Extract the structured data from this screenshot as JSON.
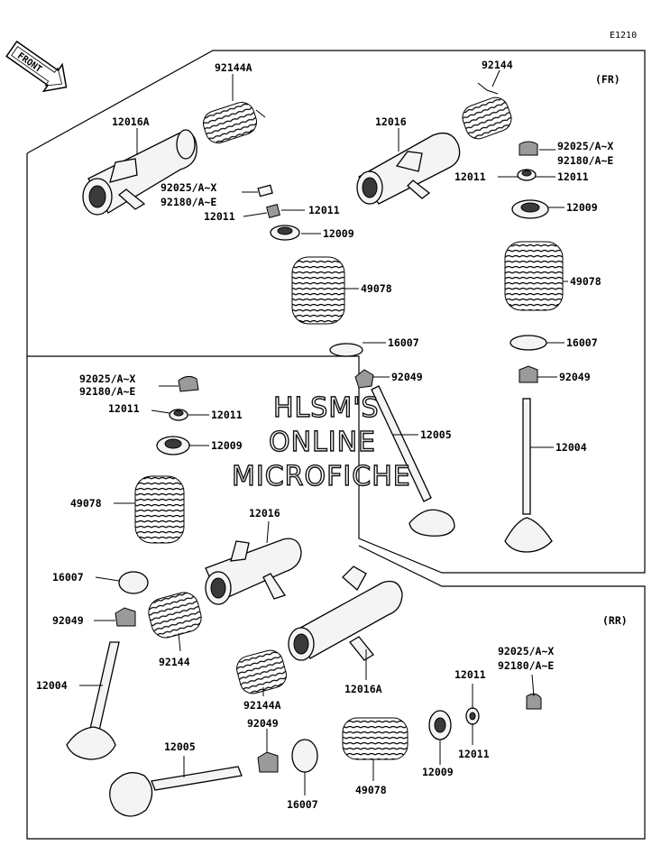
{
  "corner_code": "E1210",
  "front_badge": "FRONT",
  "section_fr": "(FR)",
  "section_rr": "(RR)",
  "watermark": [
    "HLSM'S",
    "ONLINE",
    "MICROFICHE"
  ],
  "labels": {
    "fr_92144A": "92144A",
    "fr_12016A": "12016A",
    "fr_92144": "92144",
    "fr_12016": "12016",
    "fr_92025_left": "92025/A~X",
    "fr_92180_left": "92180/A~E",
    "fr_12011_left_a": "12011",
    "fr_12011_left_b": "12011",
    "fr_12009_left": "12009",
    "fr_49078_left": "49078",
    "fr_16007_left": "16007",
    "fr_92049_left": "92049",
    "fr_12005": "12005",
    "fr_92025_right": "92025/A~X",
    "fr_92180_right": "92180/A~E",
    "fr_12011_right_a": "12011",
    "fr_12011_right_b": "12011",
    "fr_12009_right": "12009",
    "fr_49078_right": "49078",
    "fr_16007_right": "16007",
    "fr_92049_right": "92049",
    "fr_12004": "12004",
    "rr_92025_left": "92025/A~X",
    "rr_92180_left": "92180/A~E",
    "rr_12011_left_a": "12011",
    "rr_12011_left_b": "12011",
    "rr_12009_left": "12009",
    "rr_49078_left": "49078",
    "rr_12016": "12016",
    "rr_16007_left": "16007",
    "rr_92049_left": "92049",
    "rr_92144": "92144",
    "rr_12004": "12004",
    "rr_12016A": "12016A",
    "rr_92144A": "92144A",
    "rr_92049_bottom": "92049",
    "rr_12005": "12005",
    "rr_16007_bottom": "16007",
    "rr_49078_bottom": "49078",
    "rr_12009_bottom": "12009",
    "rr_12011_bottom_a": "12011",
    "rr_12011_bottom_b": "12011",
    "rr_92025_right": "92025/A~X",
    "rr_92180_right": "92180/A~E"
  }
}
